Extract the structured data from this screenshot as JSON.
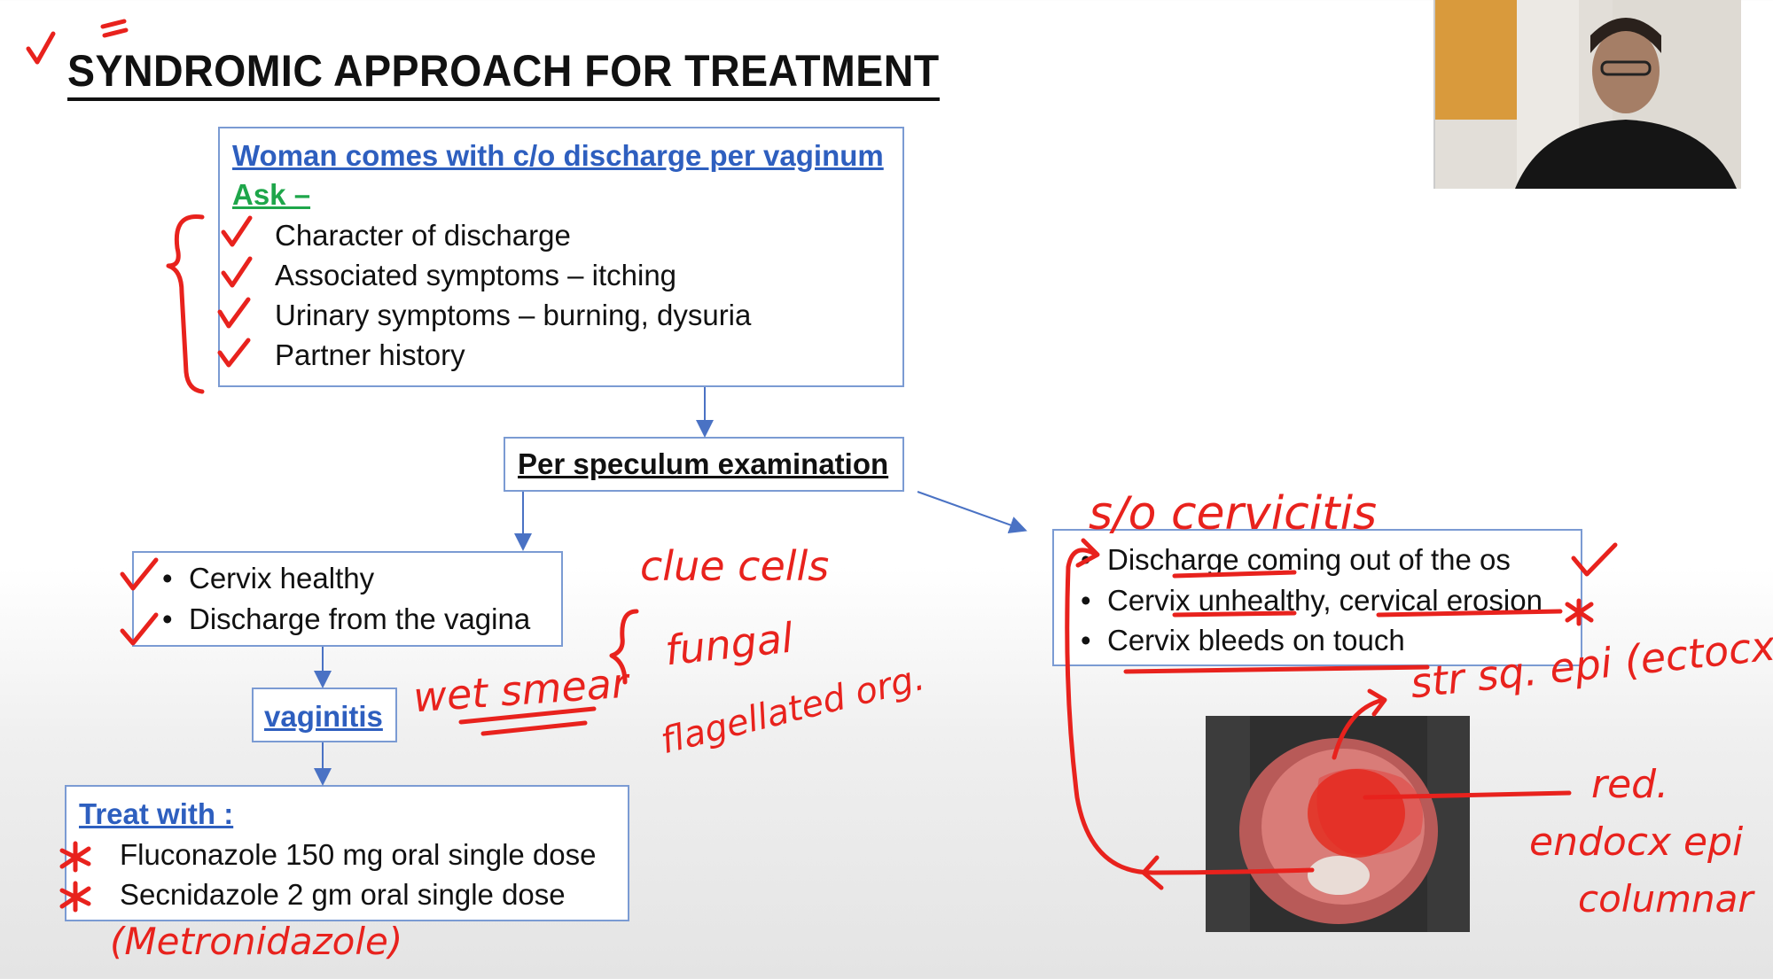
{
  "title": "SYNDROMIC APPROACH FOR TREATMENT",
  "complaint_box": {
    "heading": "Woman comes with c/o discharge per vaginum",
    "ask_label": "Ask –",
    "items": [
      "Character of discharge",
      "Associated symptoms – itching",
      "Urinary symptoms – burning, dysuria",
      "Partner history"
    ]
  },
  "exam_box": {
    "label": "Per speculum examination"
  },
  "healthy_box": {
    "items": [
      "Cervix healthy",
      "Discharge from the vagina"
    ]
  },
  "vaginitis_box": {
    "label": "vaginitis"
  },
  "treat_box": {
    "heading": "Treat with :",
    "items": [
      "Fluconazole 150 mg oral single dose",
      "Secnidazole 2 gm oral single dose"
    ]
  },
  "cervicitis_box": {
    "items": [
      "Discharge coming out of the os",
      "Cervix unhealthy, cervical erosion",
      "Cervix bleeds on touch"
    ]
  },
  "annotations": {
    "so_cervicitis": "s/o cervicitis",
    "clue_cells": "clue cells",
    "fungal": "fungal",
    "flagellated": "flagellated org.",
    "wet_smear": "wet smear",
    "metronidazole": "(Metronidazole)",
    "str_sq_epi": "str sq. epi (ectocx)",
    "red": "red.",
    "endocx_epi": "endocx epi",
    "columnar": "columnar"
  },
  "colors": {
    "ink": "#e8221d",
    "box_border": "#7b9bd3",
    "heading_blue": "#2e5fbf",
    "ask_green": "#1ea64a"
  }
}
